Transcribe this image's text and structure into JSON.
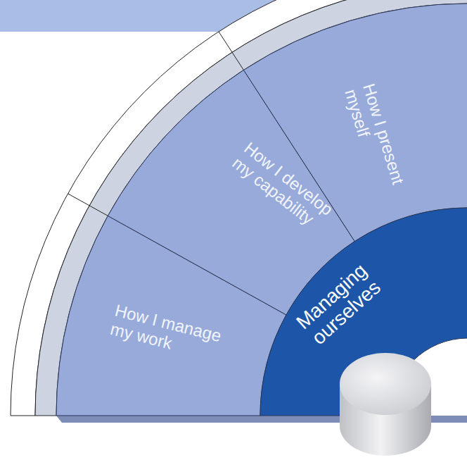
{
  "diagram": {
    "nodes": [
      {
        "text": [
          "How I manage my work"
        ]
      },
      {
        "text": [
          "How I develop my capability"
        ]
      },
      {
        "text": [
          "How I present myself"
        ]
      },
      {
        "text": [
          "Managing ourselves"
        ]
      }
    ]
  }
}
